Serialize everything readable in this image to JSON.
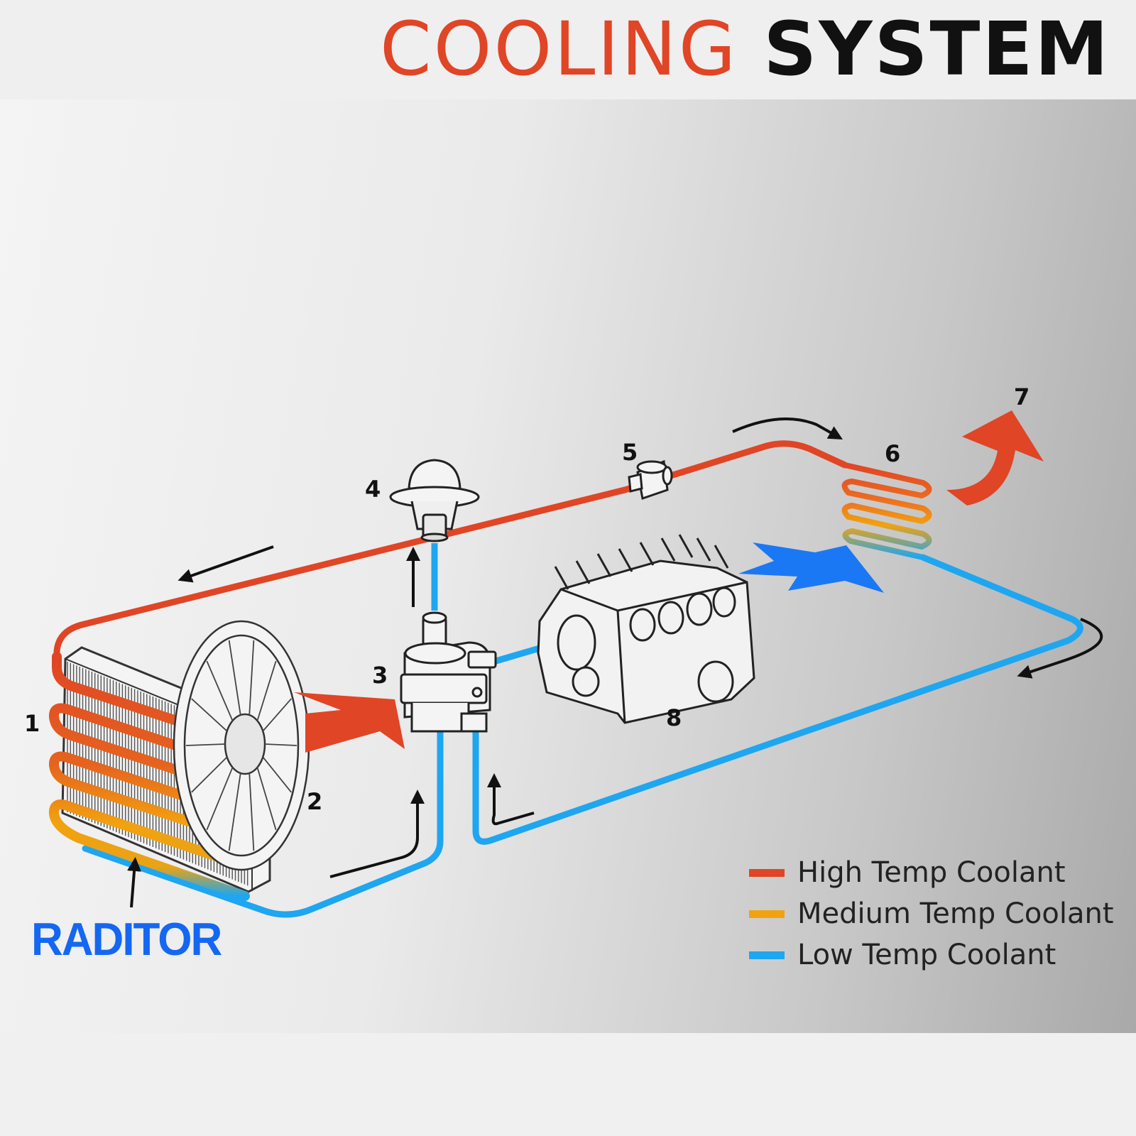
{
  "title": {
    "part1": "COOLING",
    "part2": "SYSTEM"
  },
  "components": {
    "radiator": "1",
    "fan": "2",
    "pump": "3",
    "thermostat": "4",
    "sensor": "5",
    "heater_core": "6",
    "heat_output": "7",
    "engine": "8"
  },
  "raditor_label": "RADITOR",
  "legend": [
    {
      "label": "High Temp Coolant",
      "color": "#e04525"
    },
    {
      "label": "Medium Temp Coolant",
      "color": "#f2a20f"
    },
    {
      "label": "Low Temp Coolant",
      "color": "#1ea6f0"
    }
  ],
  "colors": {
    "high": "#e04525",
    "medium": "#f2a20f",
    "low": "#1ea6f0",
    "airflow": "#1a78f5"
  }
}
